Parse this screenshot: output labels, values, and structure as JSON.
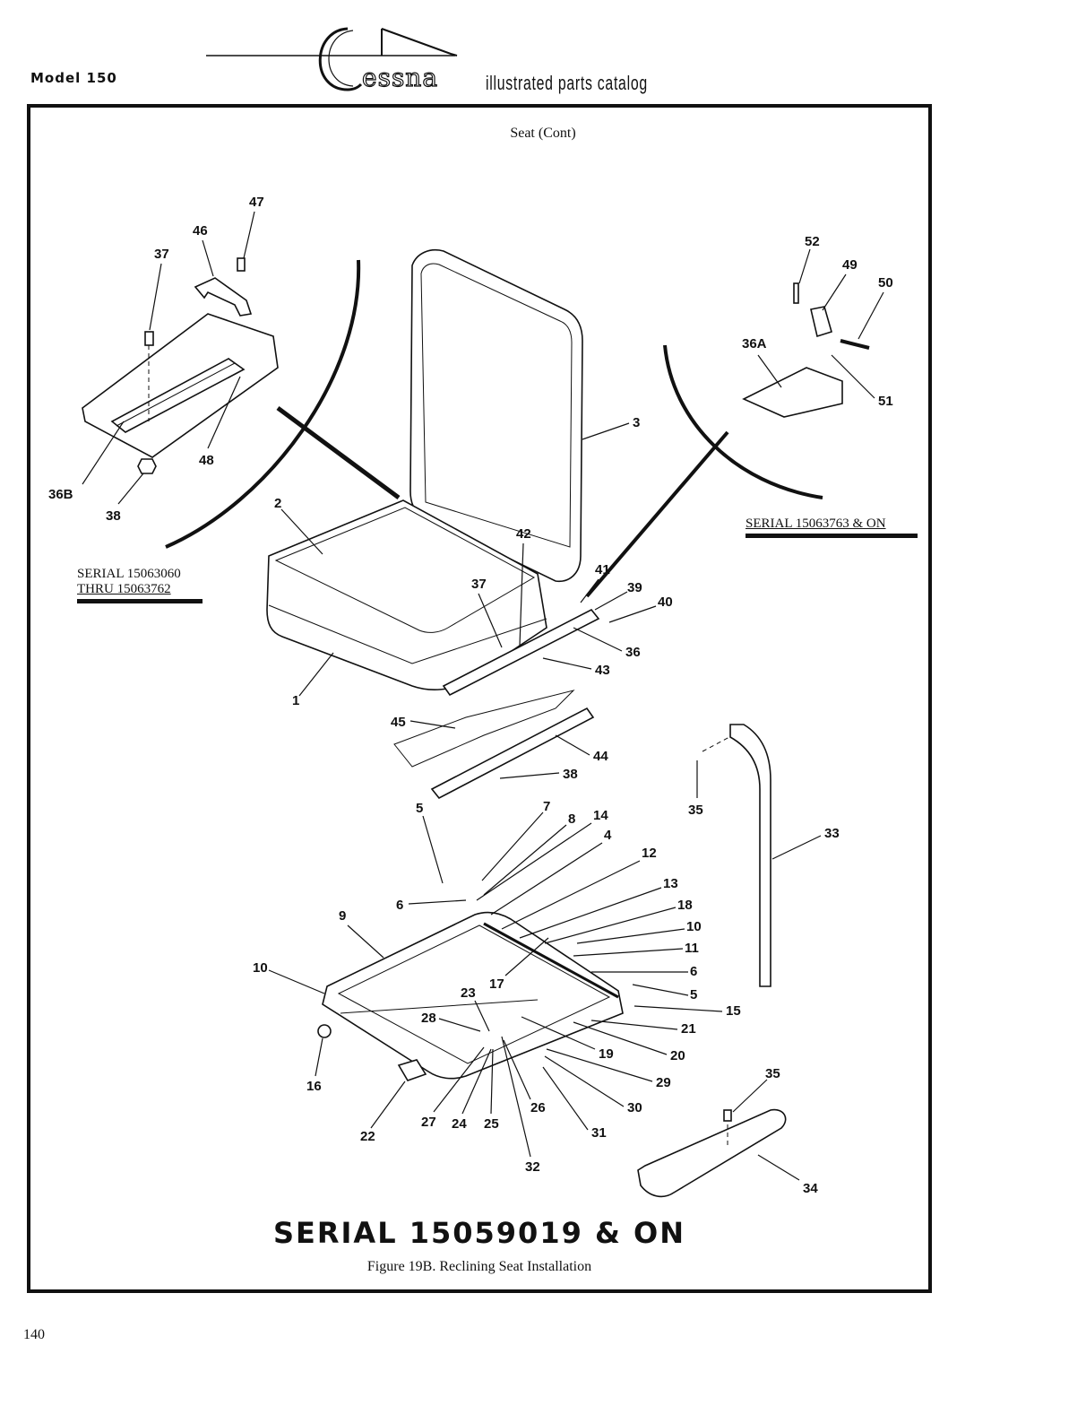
{
  "header": {
    "model": "Model 150",
    "brand": "Cessna",
    "catalog": "illustrated parts catalog"
  },
  "section_title": "Seat (Cont)",
  "notes": {
    "left_serial_line1": "SERIAL 15063060",
    "left_serial_line2": "THRU 15063762",
    "right_serial": "SERIAL 15063763 & ON"
  },
  "big_serial": "SERIAL 15059019 & ON",
  "caption": "Figure 19B.  Reclining Seat Installation",
  "page_number": "140",
  "callouts": [
    "1",
    "2",
    "3",
    "4",
    "5",
    "6",
    "7",
    "8",
    "9",
    "10",
    "11",
    "12",
    "13",
    "14",
    "15",
    "16",
    "17",
    "18",
    "19",
    "20",
    "21",
    "22",
    "23",
    "24",
    "25",
    "26",
    "27",
    "28",
    "29",
    "30",
    "31",
    "32",
    "33",
    "34",
    "35",
    "36",
    "36A",
    "36B",
    "37",
    "38",
    "39",
    "40",
    "41",
    "42",
    "43",
    "44",
    "45",
    "46",
    "47",
    "48",
    "49",
    "50",
    "51",
    "52"
  ]
}
